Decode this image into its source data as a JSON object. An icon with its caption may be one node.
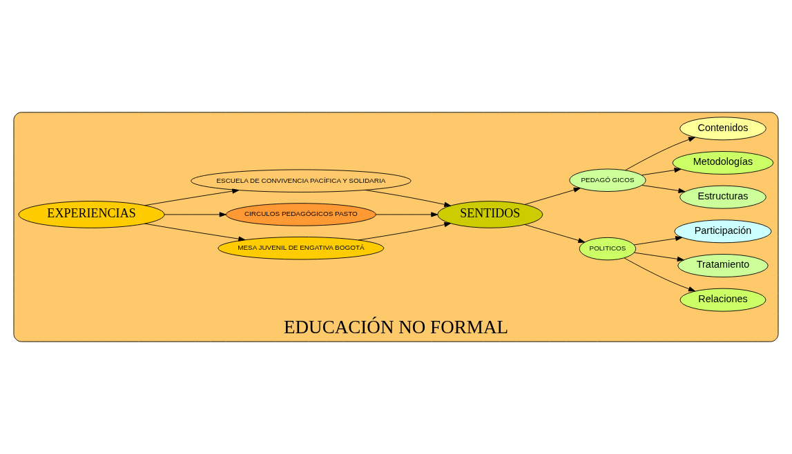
{
  "diagram": {
    "nodes": [
      {
        "text": [
          "EDUCACIÓN NO FORMAL"
        ]
      },
      {
        "text": [
          "EXPERIENCIAS"
        ],
        "in": 0
      },
      {
        "text": [
          "MESA JUVENIL DE ENGATIVA BOGOTÁ"
        ],
        "in": 0
      },
      {
        "text": [
          "CIRCULOS PEDAGÓGICOS PASTO"
        ],
        "in": 0
      },
      {
        "text": [
          "ESCUELA DE CONVIVENCIA PACÍFICA Y SOLIDARIA"
        ],
        "in": 0
      },
      {
        "text": [
          "SENTIDOS"
        ],
        "in": 0
      },
      {
        "text": [
          "POLITICOS"
        ],
        "in": 0
      },
      {
        "text": [
          "Relaciones"
        ],
        "in": 0
      },
      {
        "text": [
          "Tratamiento"
        ],
        "in": 0
      },
      {
        "text": [
          "Participación"
        ],
        "in": 0
      },
      {
        "text": [
          "PEDAGÓ GICOS"
        ],
        "in": 0
      },
      {
        "text": [
          "Estructuras"
        ],
        "in": 0
      },
      {
        "text": [
          "Metodologías"
        ],
        "in": 0
      },
      {
        "text": [
          "Contenidos"
        ],
        "in": 0
      }
    ],
    "edges": [
      {
        "from": 1,
        "to": 2,
        "arrow": "to"
      },
      {
        "from": 1,
        "to": 3,
        "arrow": "to"
      },
      {
        "from": 1,
        "to": 4,
        "arrow": "to"
      },
      {
        "from": 2,
        "to": 5,
        "arrow": "to"
      },
      {
        "from": 3,
        "to": 5,
        "arrow": "to"
      },
      {
        "from": 4,
        "to": 5,
        "arrow": "to"
      },
      {
        "from": 5,
        "to": 6,
        "arrow": "to"
      },
      {
        "from": 5,
        "to": 10,
        "arrow": "to"
      },
      {
        "from": 6,
        "to": 7,
        "arrow": "to"
      },
      {
        "from": 6,
        "to": 8,
        "arrow": "to"
      },
      {
        "from": 6,
        "to": 9,
        "arrow": "to"
      },
      {
        "from": 10,
        "to": 11,
        "arrow": "to"
      },
      {
        "from": 10,
        "to": 12,
        "arrow": "to"
      },
      {
        "from": 10,
        "to": 13,
        "arrow": "to"
      }
    ]
  }
}
